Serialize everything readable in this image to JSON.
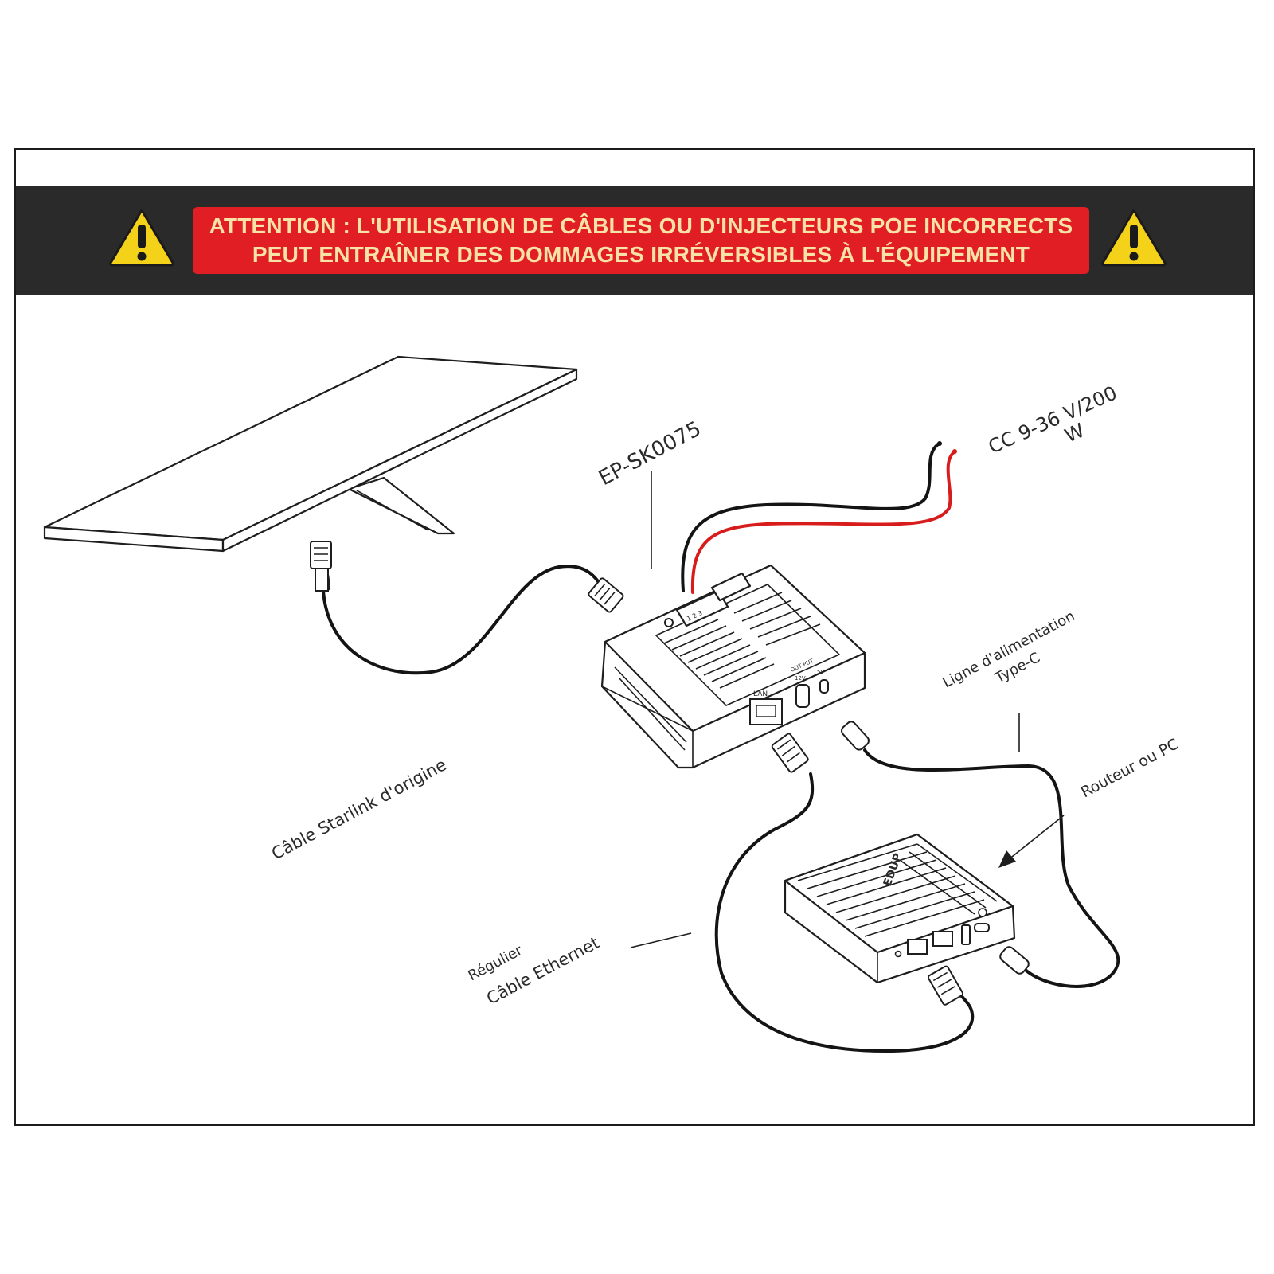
{
  "warning": {
    "line1": "ATTENTION : L'UTILISATION DE CÂBLES OU D'INJECTEURS POE INCORRECTS",
    "line2": "PEUT ENTRAÎNER DES DOMMAGES IRRÉVERSIBLES À L'ÉQUIPEMENT",
    "icon": "warning-triangle-icon",
    "band_color": "#2a2a2a",
    "box_color": "#e01e24",
    "text_color": "#f8e2a6",
    "icon_color": "#f5d21a"
  },
  "labels": {
    "model": "EP-SK0075",
    "power_line1": "CC 9-36 V/200",
    "power_line2": "W",
    "starlink_cable": "Câble Starlink d'origine",
    "typec_line1": "Ligne d'alimentation",
    "typec_line2": "Type-C",
    "router": "Routeur ou PC",
    "ethernet_line1": "Régulier",
    "ethernet_line2": "Câble Ethernet"
  },
  "device": {
    "port_lan": "LAN",
    "port_out": "OUT PUT",
    "out_12v": "12V",
    "out_5v": "5V",
    "pins": "1 2 3"
  },
  "router_brand": "EDUP",
  "colors": {
    "power_positive": "#d81c1c",
    "power_negative": "#141414"
  }
}
